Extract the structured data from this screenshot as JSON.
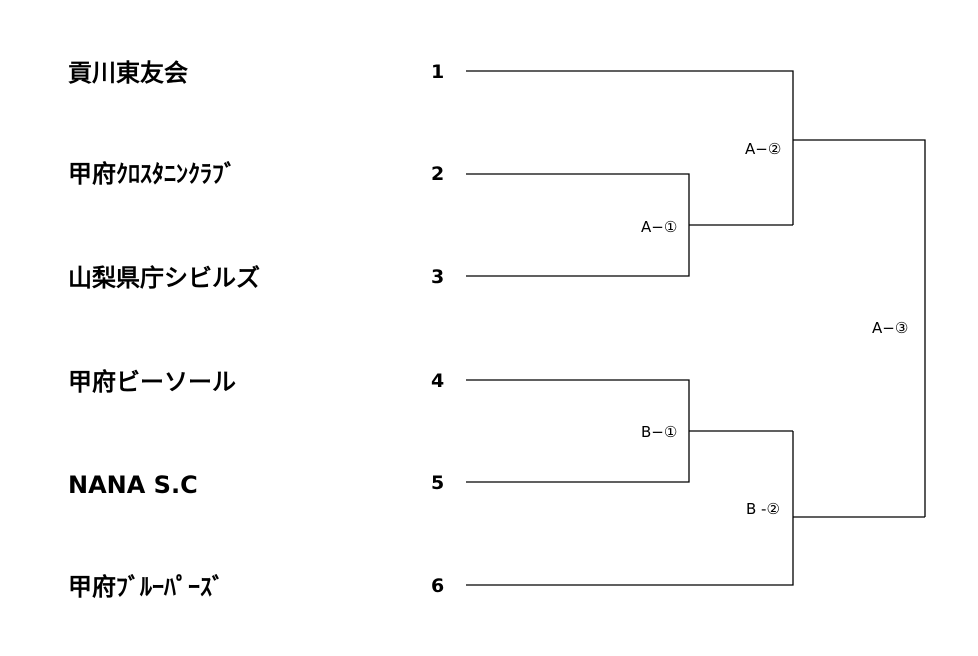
{
  "teams": [
    {
      "seed": "1",
      "name": "貢川東友会"
    },
    {
      "seed": "2",
      "name": "甲府ｸﾛｽﾀﾆﾝｸﾗﾌﾞ"
    },
    {
      "seed": "3",
      "name": "山梨県庁シビルズ"
    },
    {
      "seed": "4",
      "name": "甲府ビーソール"
    },
    {
      "seed": "5",
      "name": "NANA S.C"
    },
    {
      "seed": "6",
      "name": "甲府ﾌﾞﾙｰﾊﾟｰｽﾞ"
    }
  ],
  "matches": {
    "a1": "A−①",
    "a2": "A−②",
    "a3": "A−③",
    "b1": "B−①",
    "b2": "B -②"
  }
}
